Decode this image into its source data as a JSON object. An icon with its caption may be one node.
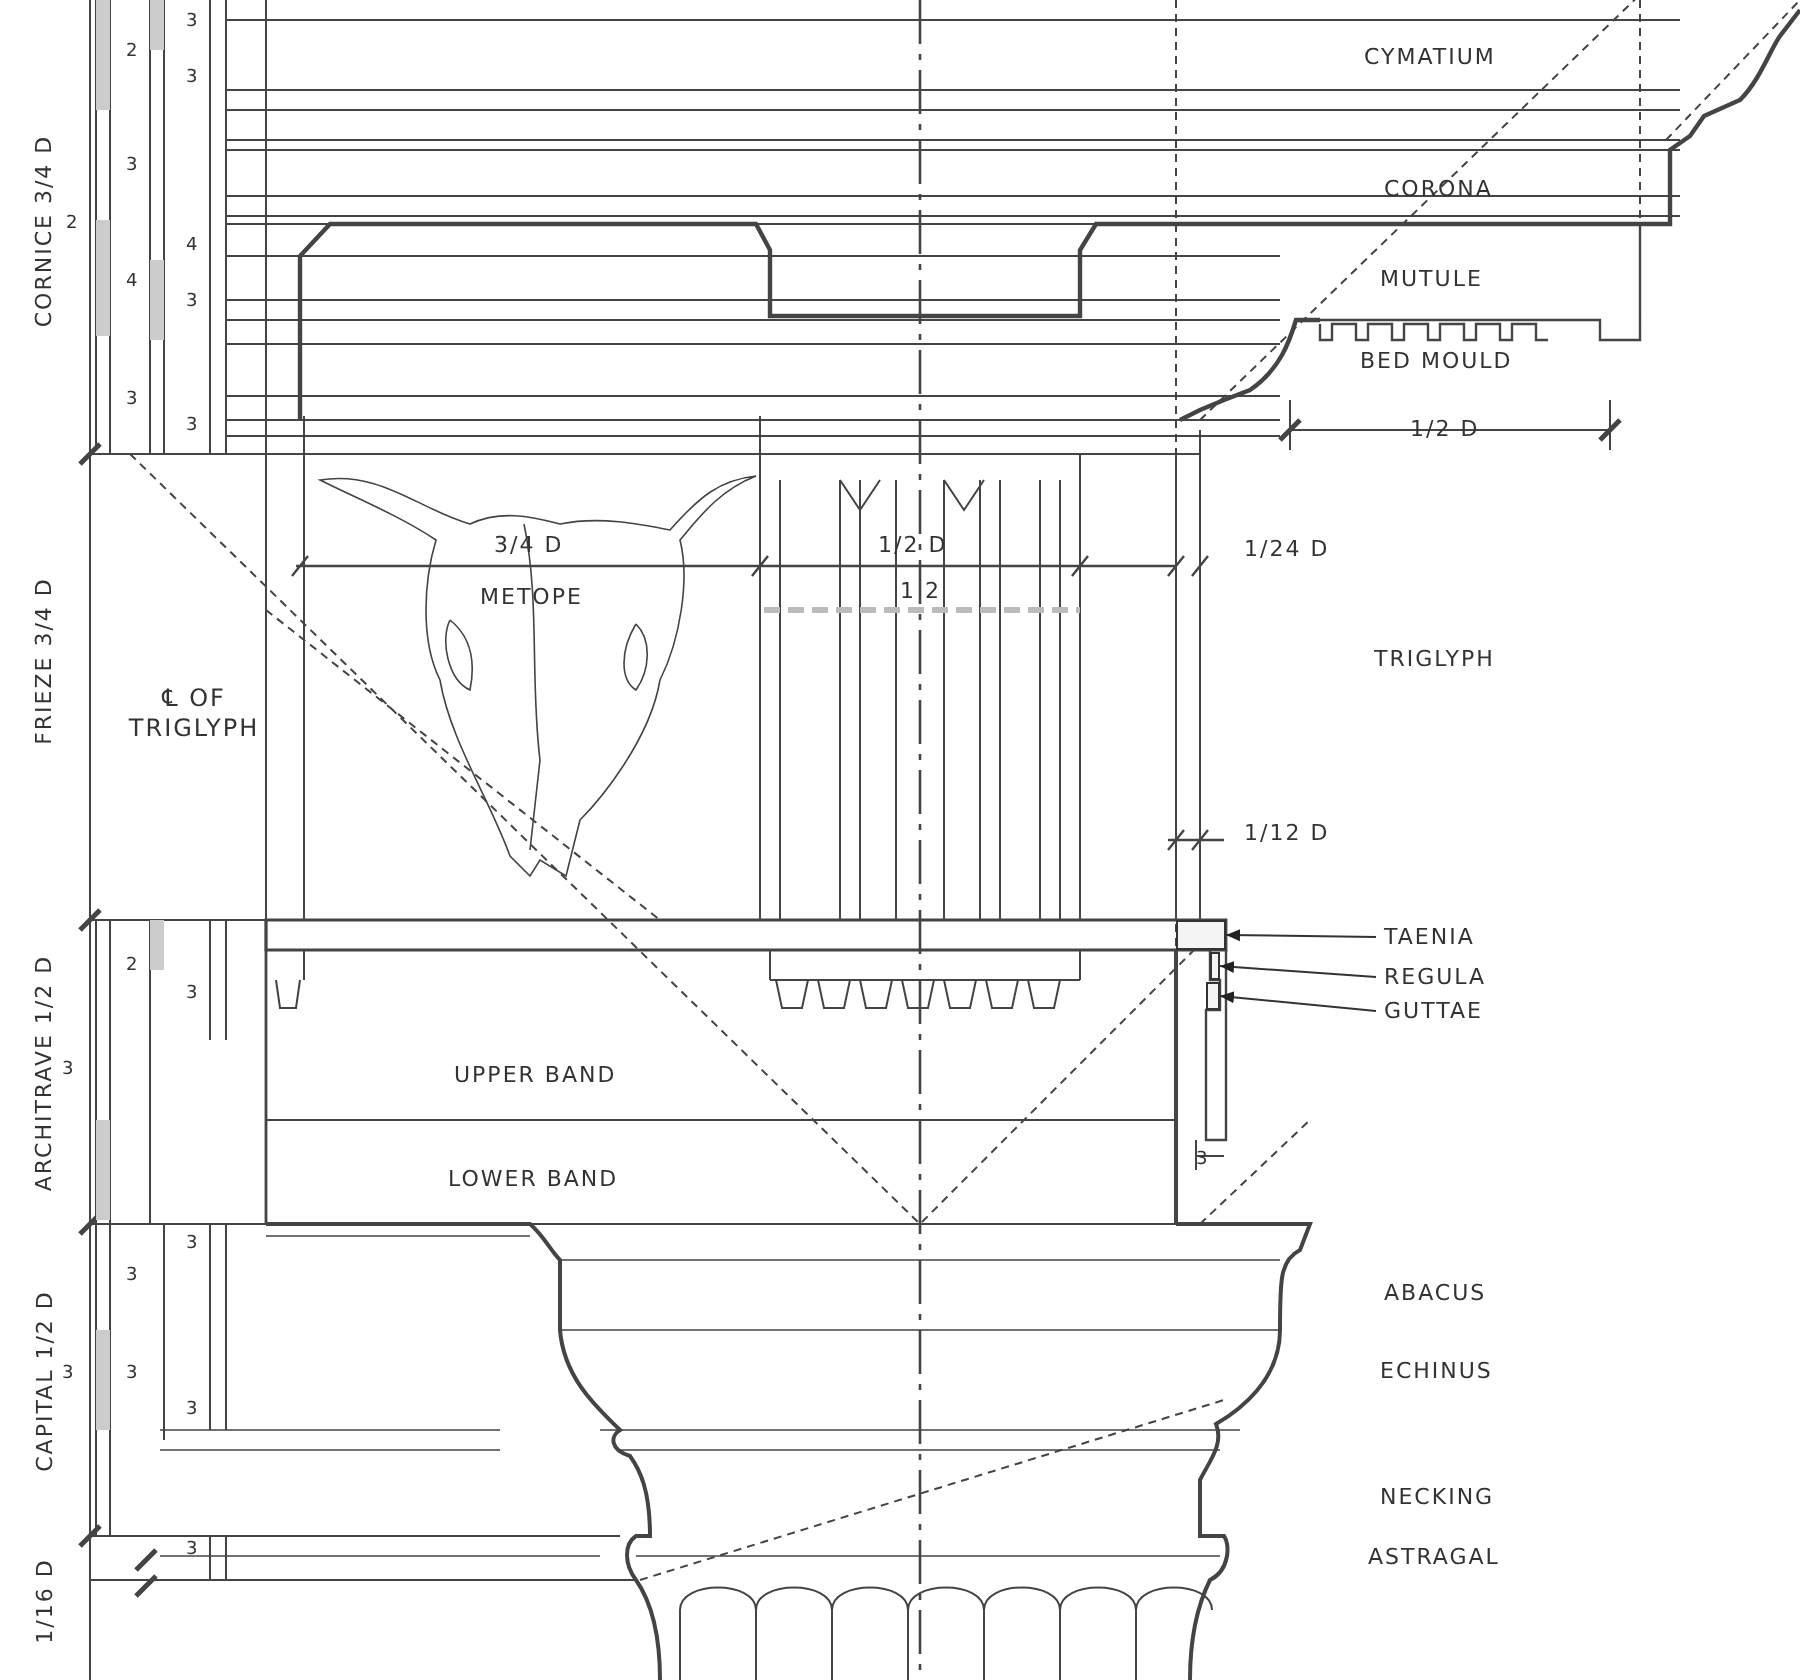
{
  "diagram": {
    "nodes": [
      {
        "text": [
          "TAENIA"
        ]
      },
      {
        "text": [
          "REGULA"
        ]
      },
      {
        "text": [
          "GUTTAE"
        ]
      },
      {
        "text": [],
        "shape": "box"
      },
      {
        "text": [],
        "shape": "box"
      },
      {
        "text": [],
        "shape": "box"
      }
    ],
    "edges": [
      {
        "from": 0,
        "to": 3,
        "arrow": "to"
      },
      {
        "from": 1,
        "to": 4,
        "arrow": "to"
      },
      {
        "from": 2,
        "to": 5,
        "arrow": "to"
      }
    ],
    "labels": [
      "CORNICE 3/4 D",
      "2",
      "3",
      "4",
      "3",
      "2",
      "3",
      "3",
      "4",
      "3",
      "3",
      "CYMATIUM",
      "CORONA",
      "MUTULE",
      "BED MOULD",
      "1/2 D",
      "FRIEZE 3/4 D",
      "℄ OF TRIGLYPH",
      "3/4 D",
      "METOPE",
      "1/2 D",
      "1 2",
      "1/24 D",
      "TRIGLYPH",
      "1/12 D",
      "ARCHITRAVE 1/2 D",
      "2",
      "3",
      "3",
      "UPPER BAND",
      "LOWER BAND",
      "3",
      "CAPITAL 1/2 D",
      "3",
      "3",
      "3",
      "3",
      "3",
      "ABACUS",
      "ECHINUS",
      "NECKING",
      "ASTRAGAL",
      "1/16 D",
      "3"
    ]
  }
}
